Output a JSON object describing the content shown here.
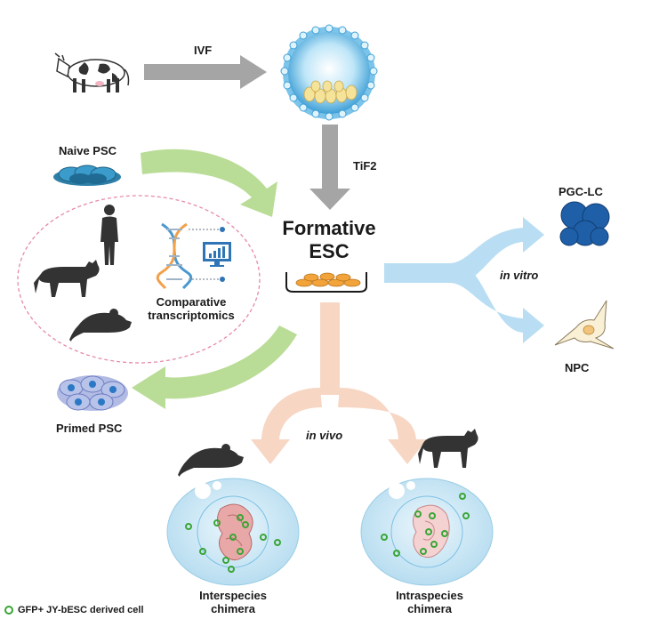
{
  "labels": {
    "ivf": "IVF",
    "tif2": "TiF2",
    "naive_psc": "Naive PSC",
    "formative_esc": [
      "Formative",
      "ESC"
    ],
    "comparative_transcriptomics": [
      "Comparative",
      "transcriptomics"
    ],
    "pgc_lc": "PGC-LC",
    "in_vitro": "in vitro",
    "npc": "NPC",
    "primed_psc": "Primed PSC",
    "in_vivo": "in vivo",
    "interspecies_chimera": [
      "Interspecies",
      "chimera"
    ],
    "intraspecies_chimera": [
      "Intraspecies",
      "chimera"
    ],
    "legend": "GFP+ JY-bESC derived cell"
  },
  "colors": {
    "gray_arrow": "#a5a5a5",
    "green_arrow": "#b9dc96",
    "blue_arrow": "#b9def3",
    "pink_arrow": "#f7d6c4",
    "gfp_green": "#3aa535",
    "animal_dark": "#333333",
    "dashed_circle": "#e58aa9"
  }
}
